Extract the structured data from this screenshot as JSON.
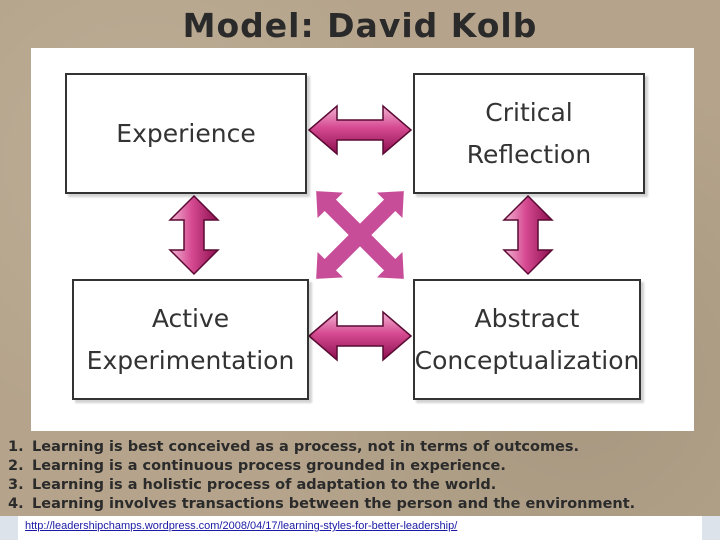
{
  "title": "Model: David Kolb",
  "boxes": {
    "experience": [
      "Experience"
    ],
    "critical_reflection": [
      "Critical",
      "Reflection"
    ],
    "active_experimentation": [
      "Active",
      "Experimentation"
    ],
    "abstract_conceptualization": [
      "Abstract",
      "Conceptualization"
    ]
  },
  "points": [
    {
      "num": "1.",
      "text": "Learning is best conceived as a process, not in terms of outcomes."
    },
    {
      "num": "2.",
      "text": "Learning is a continuous process grounded in experience."
    },
    {
      "num": "3.",
      "text": "Learning is a holistic process of adaptation to the world."
    },
    {
      "num": "4.",
      "text": "Learning involves transactions between the person and the environment."
    }
  ],
  "source_link": "http://leadershipchamps.wordpress.com/2008/04/17/learning-styles-for-better-leadership/",
  "colors": {
    "arrow_fill": "#c0196e",
    "arrow_highlight": "#f2b6d3",
    "background": "#b5a48b"
  }
}
